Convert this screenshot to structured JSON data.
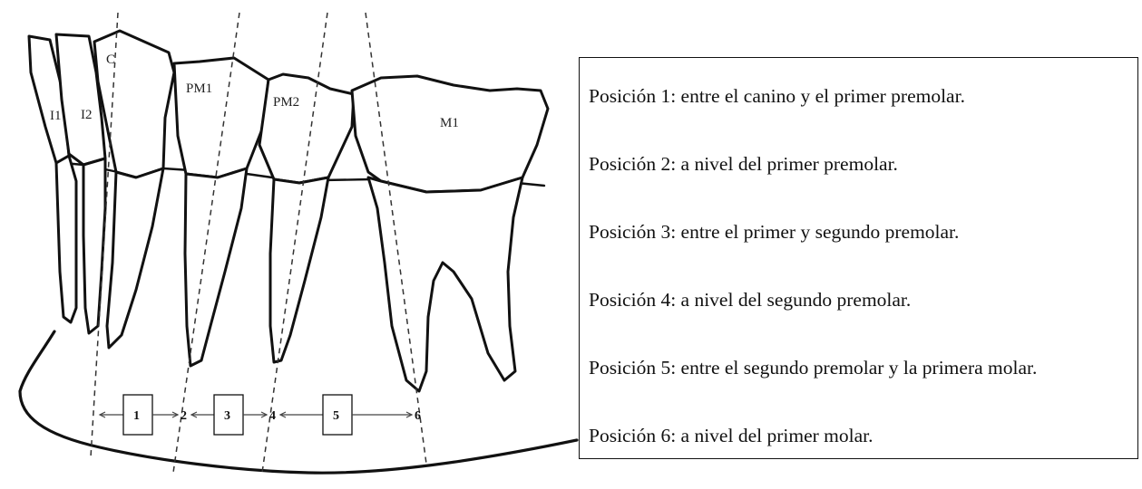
{
  "teeth": {
    "i1": "I1",
    "i2": "I2",
    "c": "C",
    "pm1": "PM1",
    "pm2": "PM2",
    "m1": "M1"
  },
  "positions": {
    "p1": "1",
    "p2": "2",
    "p3": "3",
    "p4": "4",
    "p5": "5",
    "p6": "6"
  },
  "legend": {
    "items": [
      "Posición 1: entre el canino y el primer premolar.",
      "Posición 2: a nivel del primer premolar.",
      "Posición 3: entre el primer y segundo premolar.",
      "Posición 4: a nivel del segundo premolar.",
      "Posición 5: entre el segundo premolar y la primera molar.",
      "Posición 6: a nivel del primer molar."
    ]
  }
}
